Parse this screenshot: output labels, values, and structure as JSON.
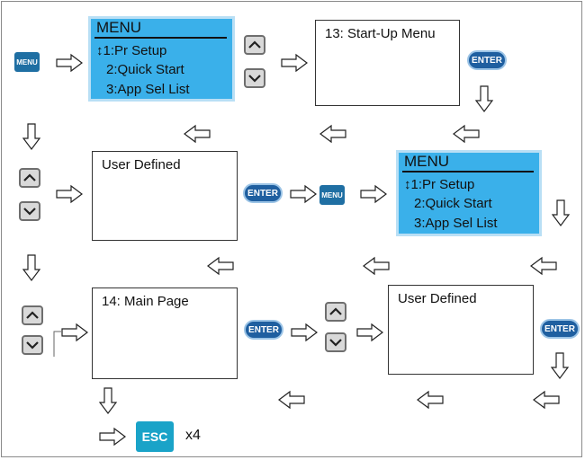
{
  "menu_screen": {
    "title": "MENU",
    "items": [
      {
        "marker": "↕",
        "label": "1:Pr Setup"
      },
      {
        "marker": "",
        "label": "2:Quick Start"
      },
      {
        "marker": "",
        "label": "3:App Sel List"
      }
    ]
  },
  "screens": {
    "startup_menu": "13:  Start-Up Menu",
    "user_defined": "User Defined",
    "main_page": "14:  Main Page"
  },
  "keys": {
    "menu": "MENU",
    "enter": "ENTER",
    "esc": "ESC",
    "esc_count": "x4"
  },
  "colors": {
    "lcd_background": "#3ab0ea",
    "menu_key": "#1f6fa3",
    "enter_key": "#1f5fa0",
    "esc_key": "#1aa3c8"
  },
  "icons": {
    "arrow": "hollow-arrow",
    "up_key": "chevron-up",
    "down_key": "chevron-down"
  }
}
